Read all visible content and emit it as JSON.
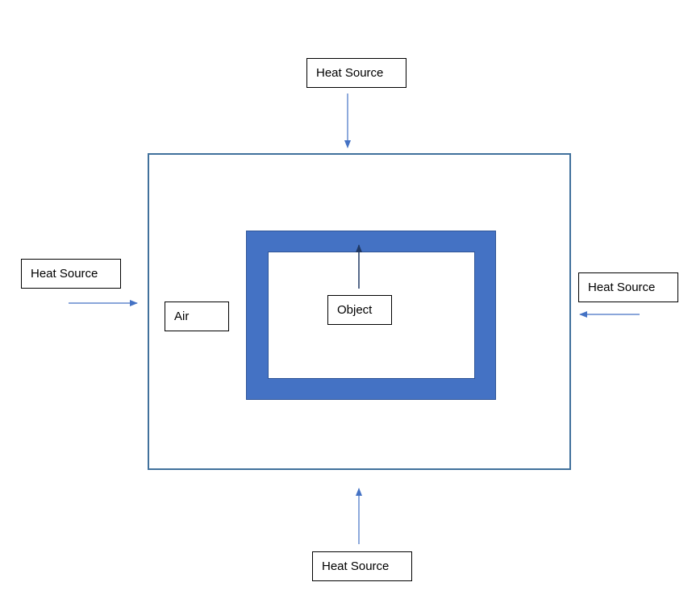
{
  "labels": {
    "heat_source_top": "Heat Source",
    "heat_source_left": "Heat Source",
    "heat_source_right": "Heat Source",
    "heat_source_bottom": "Heat Source",
    "air": "Air",
    "object": "Object"
  },
  "colors": {
    "outer_border": "#41719c",
    "object_frame": "#4472c4",
    "arrow": "#4472c4",
    "inner_arrow": "#1f3864"
  }
}
